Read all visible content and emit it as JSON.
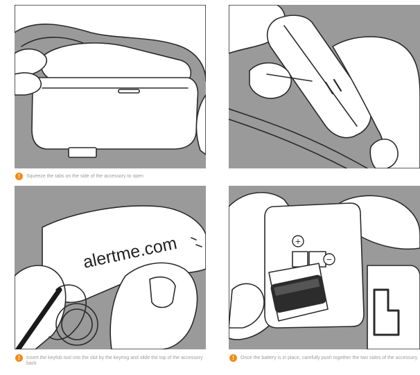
{
  "steps": [
    {
      "badge": "!",
      "caption": "Squeeze the tabs on the side of the accessory to open"
    },
    {
      "badge": "!",
      "caption": "Insert the keyfob tool into the slot by the keyring and slide the top of the accessory back"
    },
    {
      "badge": "!",
      "caption": "Once the battery is in place, carefully push together the two sides of the accessory"
    }
  ],
  "illustration": {
    "brand_text": "alertme.com",
    "plus_symbol": "+",
    "minus_symbol": "−"
  },
  "colors": {
    "panel_background": "#9a9a9a",
    "line_art": "#2a2a2a",
    "fill": "#ffffff",
    "badge": "#f28c1a",
    "caption_text": "#9b9b9b"
  }
}
